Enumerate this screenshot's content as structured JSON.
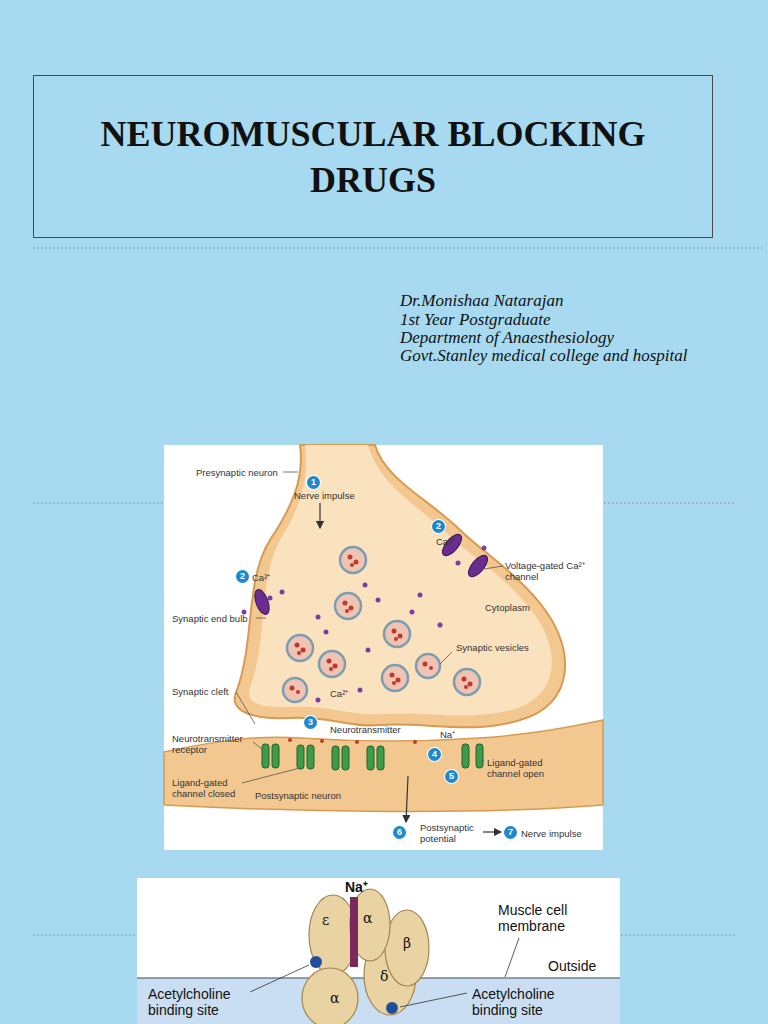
{
  "diagram": {
    "nodes": [
      {
        "text": [
          "NEUROMUSCULAR BLOCKING DRUGS"
        ]
      }
    ],
    "labels": [
      "Dr.Monishaa Natarajan",
      "1st Year Postgraduate",
      "Department of Anaesthesiology",
      "Govt.Stanley medical college and hospital",
      "Presynaptic neuron",
      "1",
      "Nerve impulse",
      "2",
      "Ca²⁺",
      "Voltage-gated Ca²⁺ channel",
      "2",
      "Ca²⁺",
      "Synaptic end bulb",
      "Cytoplasm",
      "Synaptic vesicles",
      "Synaptic cleft",
      "Ca²⁺",
      "3",
      "Neurotransmitter",
      "Na⁺",
      "Neurotransmitter receptor",
      "4",
      "Ligand-gated channel open",
      "5",
      "Ligand-gated channel closed",
      "Postsynaptic neuron",
      "6",
      "Postsynaptic potential",
      "7",
      "Nerve impulse",
      "Na⁺",
      "ε",
      "α",
      "β",
      "δ",
      "α",
      "Muscle cell membrane",
      "Outside",
      "Acetylcholine binding site",
      "Acetylcholine binding site"
    ]
  }
}
